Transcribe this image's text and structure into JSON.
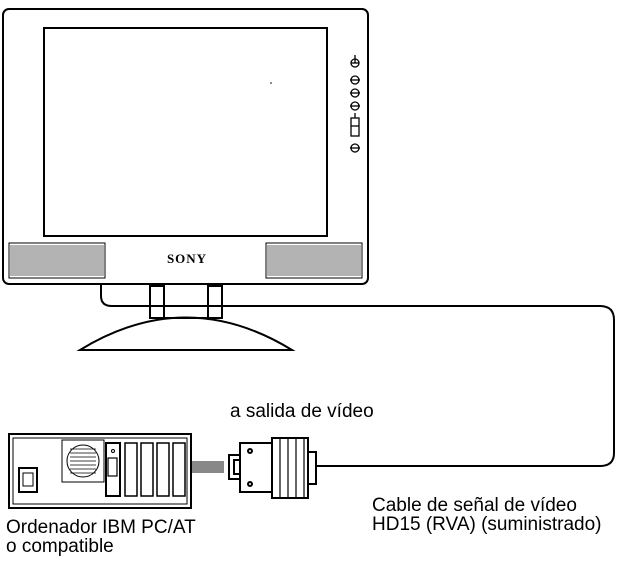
{
  "monitor": {
    "brand": "SONY"
  },
  "labels": {
    "video_output": "a salida de vídeo",
    "cable_line1": "Cable de señal de vídeo",
    "cable_line2": "HD15 (RVA) (suministrado)",
    "computer_line1": "Ordenador IBM PC/AT",
    "computer_line2": "o compatible"
  },
  "colors": {
    "line": "#000000",
    "arrow": "#888888",
    "background": "#ffffff"
  },
  "icons": {
    "monitor_buttons": [
      "power-icon",
      "control-button-icon",
      "control-button-icon",
      "control-button-icon",
      "control-button-icon",
      "input-switch-icon",
      "control-button-icon"
    ]
  }
}
